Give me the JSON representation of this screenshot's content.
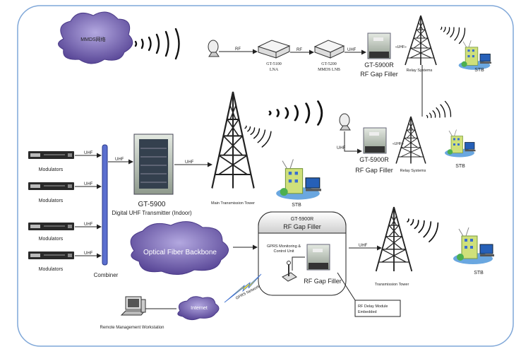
{
  "colors": {
    "frame": "#7fa7d8",
    "cloud": "#6d5aa8",
    "cloud_light": "#9c8fd0",
    "lightning": "#f3e23a",
    "device": "#c8cfc4"
  },
  "top": {
    "cloud_label": "MMDS网络",
    "rf1": "RF",
    "rf2": "RF",
    "uhf1": "UHF",
    "uhf2": "«UHF»",
    "lna_model": "GT-5100",
    "lna_name": "LNA",
    "lnb_model": "GT-5200",
    "lnb_name": "MMDS LNB",
    "gap_model": "GT-5900R",
    "gap_name": "RF Gap Filler",
    "relay": "Relay Systems",
    "stb": "STB"
  },
  "middle": {
    "uhf_in": "UHF",
    "gap_model": "GT-5900R",
    "gap_name": "RF Gap Filler",
    "uhf_out": "«UHF»",
    "relay": "Relay Systems",
    "stb": "STB"
  },
  "left": {
    "modulators": [
      "Modulators",
      "Modulators",
      "Modulators",
      "Modulators"
    ],
    "uhf": "UHF",
    "combiner": "Combiner",
    "transmitter_model": "GT-5900",
    "transmitter_name": "Digital UHF Transmitter (Indoor)",
    "uhf_out": "UHF",
    "main_tower": "Main Transmission Tower",
    "stb": "STB"
  },
  "bottom": {
    "fiber": "Optical Fiber Backbone",
    "box_model": "GT-5900R",
    "box_name": "RF Gap Filler",
    "gprs_unit_line1": "GPRS Monitoring &",
    "gprs_unit_line2": "Control Unit",
    "gap_filler": "RF Gap Filler",
    "delay_line1": "RF Delay Module",
    "delay_line2": "Embedded",
    "uhf": "UHF",
    "tower": "Transmission Tower",
    "stb": "STB",
    "gprs_network": "GPRS Network",
    "internet": "Internet",
    "workstation": "Remote Management Workstation"
  }
}
